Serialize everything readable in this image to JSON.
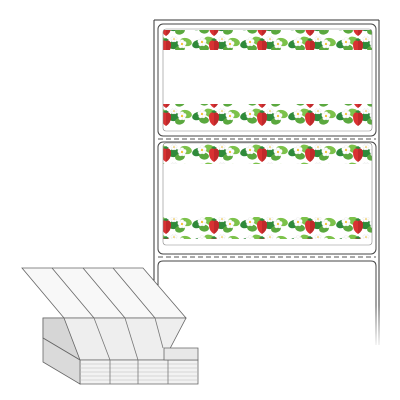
{
  "product": {
    "label_design": "strawberry-garland-border",
    "label_count_visible": 3,
    "stack_columns": 4,
    "perforation": "dashed"
  },
  "colors": {
    "backing_stroke": "#333333",
    "label_stroke": "#555555",
    "leaf_dark": "#2f8a3a",
    "leaf_light": "#7cc24a",
    "strawberry": "#d93232",
    "strawberry_dark": "#a81f24",
    "flower_petal": "#ffffff",
    "flower_center": "#f2c230",
    "stack_face": "#f4f4f4",
    "stack_shade": "#d6d6d6"
  }
}
